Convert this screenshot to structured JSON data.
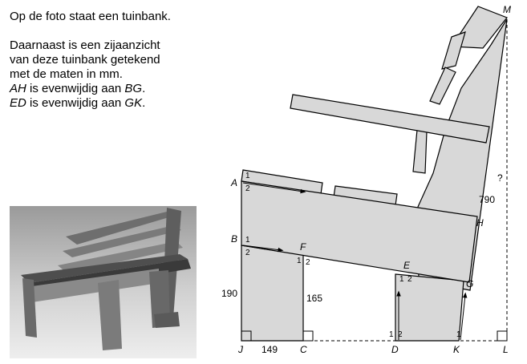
{
  "intro": {
    "line1": "Op de foto staat een tuinbank.",
    "line2": "Daarnaast is een zijaanzicht",
    "line3": "van deze tuinbank getekend",
    "line4": "met de maten in mm.",
    "parallel1": {
      "a": "AH",
      "mid": " is evenwijdig aan ",
      "b": "BG",
      "end": "."
    },
    "parallel2": {
      "a": "ED",
      "mid": " is evenwijdig aan ",
      "b": "GK",
      "end": "."
    }
  },
  "diagram": {
    "points": {
      "A": "A",
      "B": "B",
      "F": "F",
      "E": "E",
      "G": "G",
      "H": "H",
      "J": "J",
      "C": "C",
      "D": "D",
      "K": "K",
      "L": "L",
      "M": "M"
    },
    "angle_labels": {
      "A1": "1",
      "A2": "2",
      "B1": "1",
      "B2": "2",
      "F1": "1",
      "F2": "2",
      "E1": "1",
      "E2": "2",
      "D1": "1",
      "D2": "2",
      "K1": "1"
    },
    "dimensions": {
      "BJ": "190",
      "JC": "149",
      "FC": "165",
      "GH": "790",
      "LM": "?"
    }
  },
  "colors": {
    "wood_fill": "#d8d8d8",
    "line": "#000000"
  }
}
